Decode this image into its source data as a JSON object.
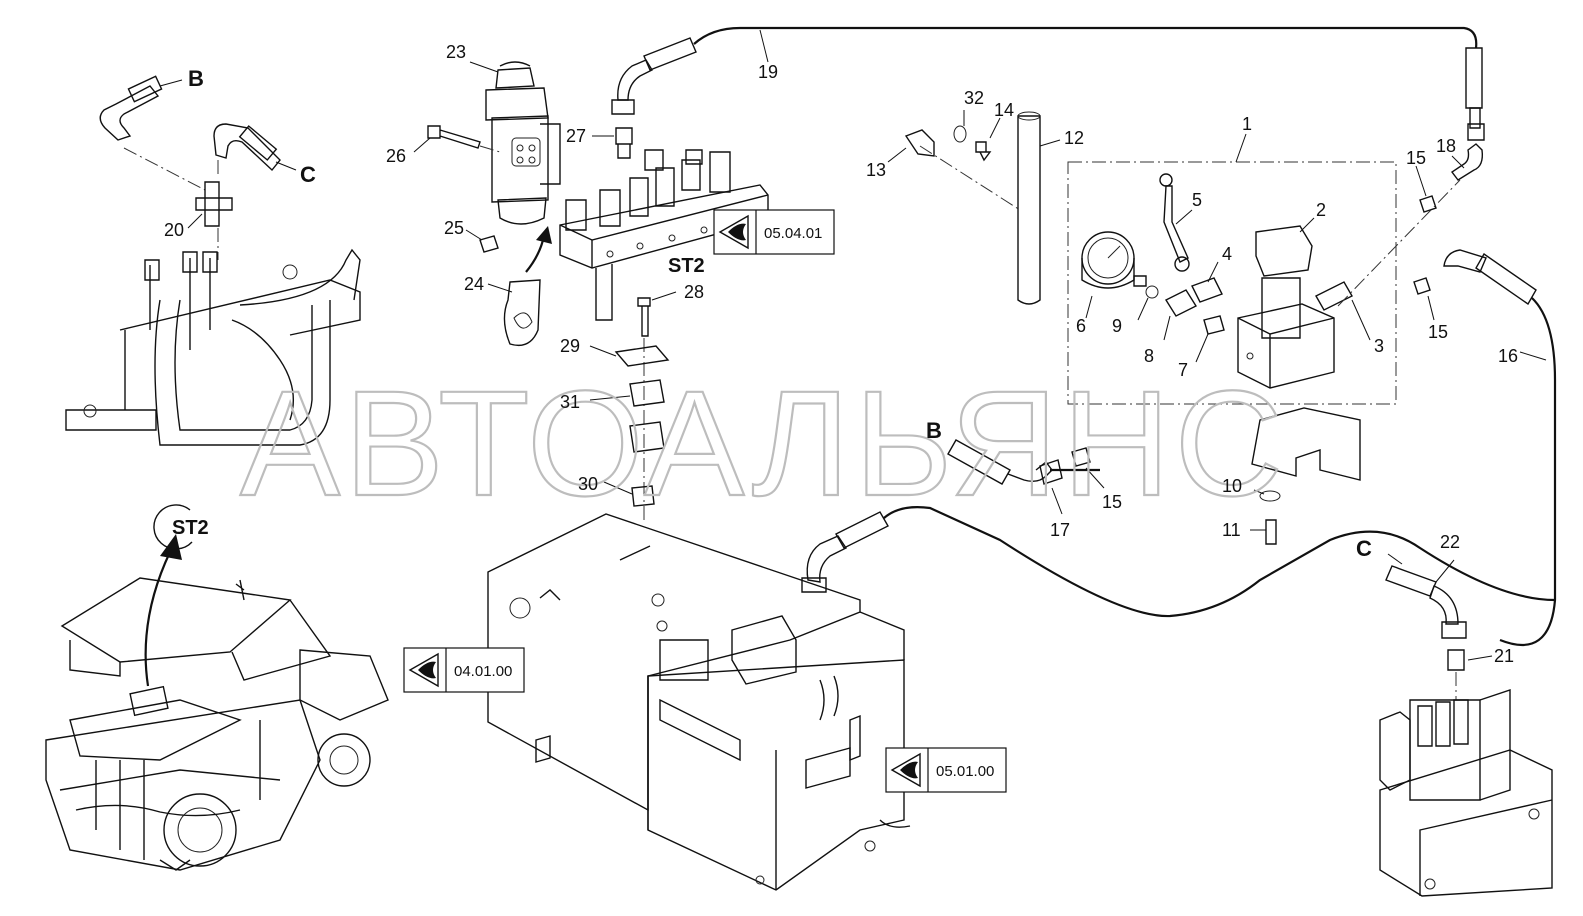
{
  "watermark": "АВТОАЛЬЯНС",
  "callouts": {
    "n1": "1",
    "n2": "2",
    "n3": "3",
    "n4": "4",
    "n5": "5",
    "n6": "6",
    "n7": "7",
    "n8": "8",
    "n9": "9",
    "n10": "10",
    "n11": "11",
    "n12": "12",
    "n13": "13",
    "n14": "14",
    "n15a": "15",
    "n15b": "15",
    "n15c": "15",
    "n16": "16",
    "n17": "17",
    "n18": "18",
    "n19": "19",
    "n20": "20",
    "n21": "21",
    "n22": "22",
    "n23": "23",
    "n24": "24",
    "n25": "25",
    "n26": "26",
    "n27": "27",
    "n28": "28",
    "n29": "29",
    "n30": "30",
    "n31": "31",
    "n32": "32"
  },
  "connectors": {
    "b_top": "B",
    "c_top": "C",
    "b_mid": "B",
    "c_bottom": "C"
  },
  "references": {
    "ref_valve_block": "05.04.01",
    "ref_tank": "04.01.00",
    "ref_filter": "05.01.00"
  },
  "location_marker": "ST2",
  "location_badge": "ST2",
  "icons": {
    "view_reference": "eye-icon"
  }
}
